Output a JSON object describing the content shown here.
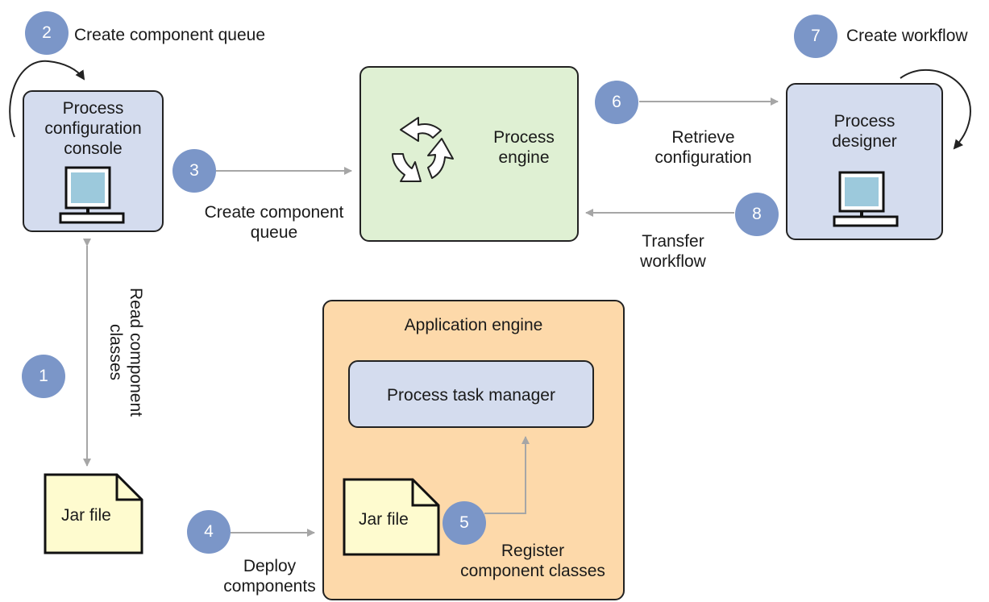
{
  "badges": {
    "b1": "1",
    "b2": "2",
    "b3": "3",
    "b4": "4",
    "b5": "5",
    "b6": "6",
    "b7": "7",
    "b8": "8"
  },
  "labels": {
    "create_queue_top": "Create component queue",
    "create_workflow": "Create workflow",
    "create_queue_line1": "Create component",
    "create_queue_line2": "queue",
    "retrieve_line1": "Retrieve",
    "retrieve_line2": "configuration",
    "transfer_line1": "Transfer",
    "transfer_line2": "workflow",
    "read_line1": "Read component",
    "read_line2": "classes",
    "deploy_line1": "Deploy",
    "deploy_line2": "components",
    "register_line1": "Register",
    "register_line2": "component classes"
  },
  "nodes": {
    "console_line1": "Process",
    "console_line2": "configuration",
    "console_line3": "console",
    "engine_line1": "Process",
    "engine_line2": "engine",
    "designer_line1": "Process",
    "designer_line2": "designer",
    "app_engine": "Application engine",
    "task_manager": "Process task manager",
    "jar_left": "Jar file",
    "jar_right": "Jar file"
  },
  "colors": {
    "badge": "#7b96c8",
    "blue_box": "#d4dcee",
    "green_box": "#dff0d3",
    "orange_box": "#fdd9aa",
    "jar_fill": "#fefbcf",
    "arrow": "#a6a6a6"
  }
}
